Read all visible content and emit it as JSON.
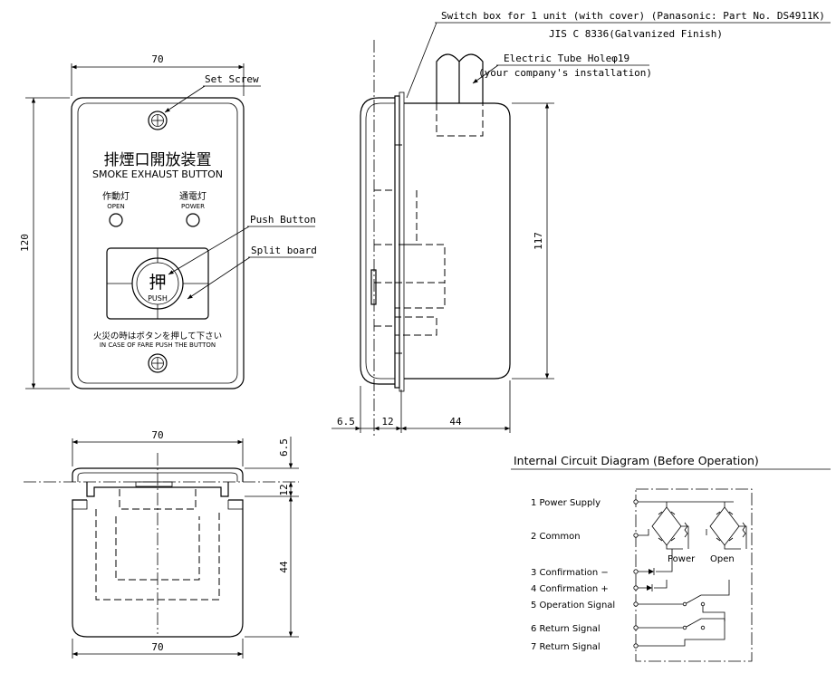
{
  "header": {
    "switch_box": "Switch box for 1 unit (with cover) (Panasonic: Part No. DS4911K)",
    "jis": "JIS C 8336(Galvanized Finish)",
    "tube_hole": "Electric Tube Holeφ19",
    "installation": "(your company's installation)"
  },
  "front": {
    "title_jp": "排煙口開放装置",
    "title_en": "SMOKE EXHAUST BUTTON",
    "lamp_left_jp": "作動灯",
    "lamp_left_en": "OPEN",
    "lamp_right_jp": "通電灯",
    "lamp_right_en": "POWER",
    "push_jp": "押",
    "push_en": "PUSH",
    "warning_jp": "火災の時はボタンを押して下さい",
    "warning_en": "IN CASE OF FARE PUSH THE BUTTON"
  },
  "callouts": {
    "set_screw": "Set Screw",
    "push_button": "Push Button",
    "split_board": "Split board"
  },
  "dims": {
    "front_width": "70",
    "front_height": "120",
    "side_height": "117",
    "side_a": "6.5",
    "side_b": "12",
    "side_c": "44",
    "bottom_top_width": "70",
    "bottom_bottom_width": "70",
    "bottom_a": "6.5",
    "bottom_b": "12",
    "bottom_c": "44"
  },
  "circuit": {
    "title": "Internal Circuit Diagram (Before Operation)",
    "terminals": [
      "1 Power Supply",
      "2 Common",
      "3 Confirmation −",
      "4 Confirmation +",
      "5 Operation Signal",
      "6 Return Signal",
      "7 Return Signal"
    ],
    "power_label": "Power",
    "open_label": "Open"
  }
}
